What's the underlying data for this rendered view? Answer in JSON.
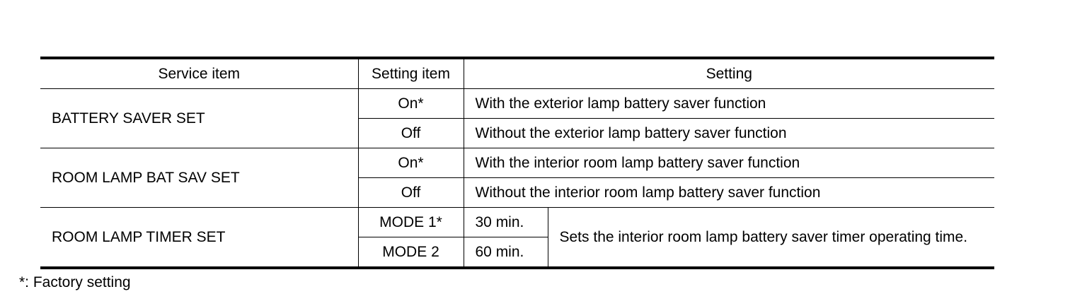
{
  "table": {
    "headers": {
      "service_item": "Service item",
      "setting_item": "Setting item",
      "setting": "Setting"
    },
    "rows": {
      "battery_saver": {
        "service": "BATTERY SAVER SET",
        "on_label": "On*",
        "on_desc": "With the exterior lamp battery saver function",
        "off_label": "Off",
        "off_desc": "Without the exterior lamp battery saver function"
      },
      "room_lamp_bat": {
        "service": "ROOM LAMP BAT SAV SET",
        "on_label": "On*",
        "on_desc": "With the interior room lamp battery saver function",
        "off_label": "Off",
        "off_desc": "Without the interior room lamp battery saver function"
      },
      "room_lamp_timer": {
        "service": "ROOM LAMP TIMER SET",
        "mode1_label": "MODE 1*",
        "mode1_time": "30 min.",
        "mode2_label": "MODE 2",
        "mode2_time": "60 min.",
        "desc": "Sets the interior room lamp battery saver timer operating time."
      }
    }
  },
  "footnote": "*: Factory setting"
}
